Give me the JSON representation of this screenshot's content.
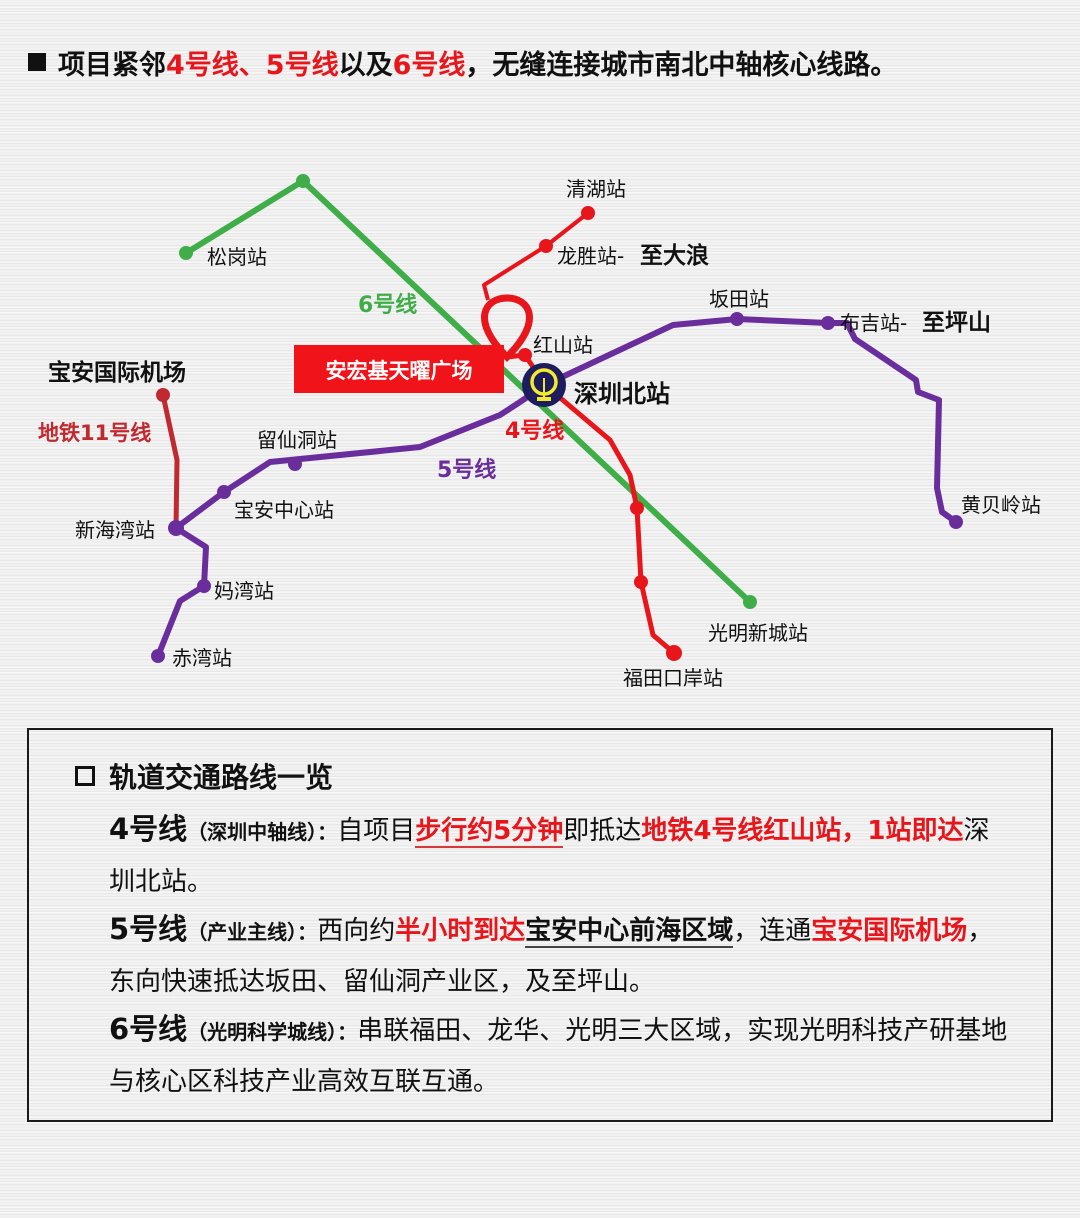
{
  "headline": {
    "part1": "项目紧邻",
    "line4": "4号线、",
    "line5": "5号线",
    "mid": "以及",
    "line6": "6号线",
    "part2": "，无缝连接城市南北中轴核心线路。"
  },
  "colors": {
    "line4": "#e8151b",
    "line5": "#6a2e9c",
    "line6": "#3fae49",
    "line11": "#c0292f",
    "hub_ring": "#1c1c5e",
    "hub_icon": "#f4ea2c",
    "project_label_bg": "#f0141a"
  },
  "map": {
    "project_label": "安宏基天曜广场",
    "hub_station": "深圳北站",
    "line_labels": {
      "line6": "6号线",
      "line4": "4号线",
      "line5": "5号线",
      "line11": "地铁11号线"
    },
    "stations": {
      "songgang": "松岗站",
      "qinghu": "清湖站",
      "longsheng": "龙胜站-",
      "longsheng_dest": "至大浪",
      "hongshan": "红山站",
      "bantian": "坂田站",
      "buji": "布吉站-",
      "buji_dest": "至坪山",
      "huangbeiling": "黄贝岭站",
      "airport": "宝安国际机场",
      "liuxiandong": "留仙洞站",
      "baoan_center": "宝安中心站",
      "xinhaiwan": "新海湾站",
      "mawan": "妈湾站",
      "chiwan": "赤湾站",
      "guangming": "光明新城站",
      "futian_port": "福田口岸站"
    }
  },
  "panel": {
    "title": "轨道交通路线一览",
    "line4": {
      "name": "4号线",
      "sub": "（深圳中轴线）：",
      "t1": "自项目",
      "h1": "步行约5分钟",
      "t2": "即抵达",
      "h2": "地铁4号线红山站，1站即达",
      "t3": "深圳北站。"
    },
    "line5": {
      "name": "5号线",
      "sub": "（产业主线）：",
      "t1": "西向约",
      "h1": "半小时到达",
      "b1": "宝安中心前海区域",
      "t2": "，连通",
      "h2": "宝安国际机场",
      "t3": "，东向快速抵达坂田、留仙洞产业区，及至坪山。"
    },
    "line6": {
      "name": "6号线",
      "sub": "（光明科学城线）：",
      "t1": "串联福田、龙华、光明三大区域，实现光明科技产研基地与核心区科技产业高效互联互通。"
    }
  }
}
